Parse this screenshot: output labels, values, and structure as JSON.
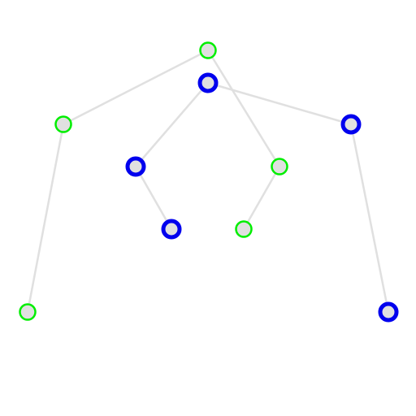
{
  "diagram": {
    "type": "tree-graph",
    "colors": {
      "edge": "#e0e0e0",
      "node_fill": "#e0e0e0",
      "green_ring": "#00ee00",
      "blue_ring": "#0000ee",
      "background": "#ffffff"
    },
    "nodes": [
      {
        "id": "g-root",
        "group": "green"
      },
      {
        "id": "g-left",
        "group": "green"
      },
      {
        "id": "g-left-leaf",
        "group": "green"
      },
      {
        "id": "g-mid",
        "group": "green"
      },
      {
        "id": "g-mid-leaf",
        "group": "green"
      },
      {
        "id": "b-root",
        "group": "blue"
      },
      {
        "id": "b-left",
        "group": "blue"
      },
      {
        "id": "b-left-leaf",
        "group": "blue"
      },
      {
        "id": "b-right",
        "group": "blue"
      },
      {
        "id": "b-right-leaf",
        "group": "blue"
      }
    ],
    "edges": [
      {
        "from": "g-root",
        "to": "g-left"
      },
      {
        "from": "g-root",
        "to": "g-mid"
      },
      {
        "from": "g-left",
        "to": "g-left-leaf"
      },
      {
        "from": "g-mid",
        "to": "g-mid-leaf"
      },
      {
        "from": "b-root",
        "to": "b-left"
      },
      {
        "from": "b-root",
        "to": "b-right"
      },
      {
        "from": "b-left",
        "to": "b-left-leaf"
      },
      {
        "from": "b-right",
        "to": "b-right-leaf"
      }
    ]
  }
}
